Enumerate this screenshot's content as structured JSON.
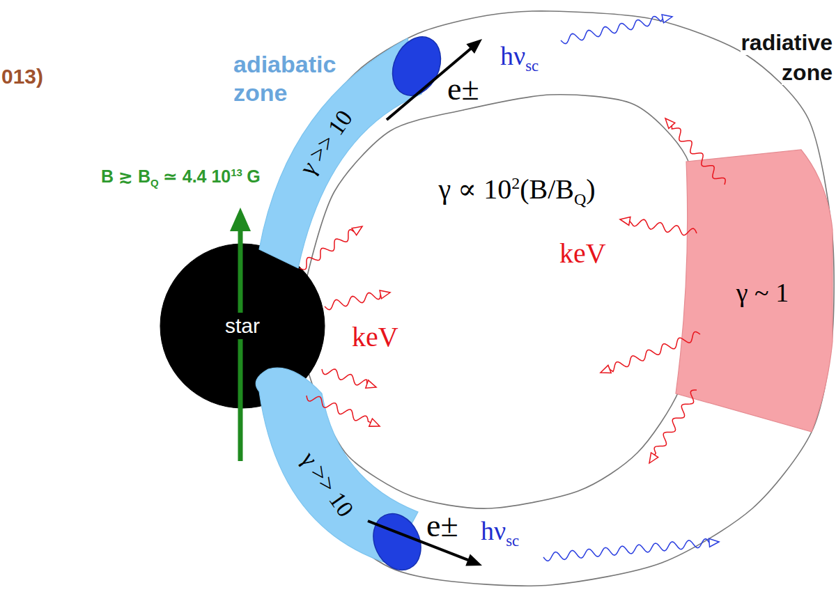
{
  "diagram": {
    "nodes": [
      {
        "text": [
          "star"
        ]
      },
      {
        "text": [
          "γ >> 10"
        ]
      },
      {
        "text": [
          "γ >> 10"
        ]
      },
      {
        "text": [
          "γ ~ 1"
        ]
      }
    ],
    "labels": [
      "013)",
      "adiabatic zone",
      "radiative zone",
      "B ≳ B",
      "Q",
      "≃ 4.4 10",
      "13",
      "G",
      "γ ∝ 10",
      "2",
      "(B/B",
      "Q",
      ")",
      "keV",
      "keV",
      "e±",
      "hν",
      "sc",
      "e±",
      "hν",
      "sc"
    ]
  }
}
